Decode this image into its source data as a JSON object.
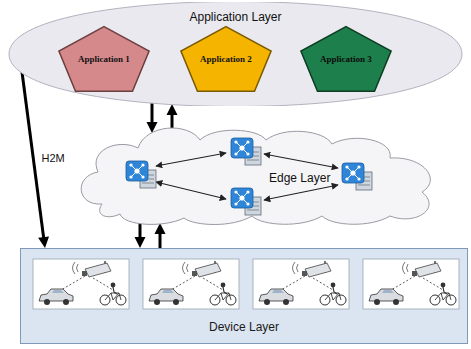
{
  "diagram": {
    "nodes": [
      {
        "text": [
          "Application Layer"
        ]
      },
      {
        "text": [
          "Application 1"
        ],
        "in": 0
      },
      {
        "text": [
          "Application 2"
        ],
        "in": 0
      },
      {
        "text": [
          "Application 3"
        ],
        "in": 0
      },
      {
        "text": [
          "Edge Layer"
        ]
      },
      {
        "text": [
          "Device Layer"
        ]
      }
    ],
    "edges": [
      {
        "from": 0,
        "to": 4,
        "arrow": "to"
      },
      {
        "from": 4,
        "to": 0,
        "arrow": "to"
      },
      {
        "from": 4,
        "to": 5,
        "arrow": "to"
      },
      {
        "from": 5,
        "to": 4,
        "arrow": "to"
      },
      {
        "from": 0,
        "to": 5,
        "label": "H2M",
        "arrow": "to"
      }
    ]
  }
}
